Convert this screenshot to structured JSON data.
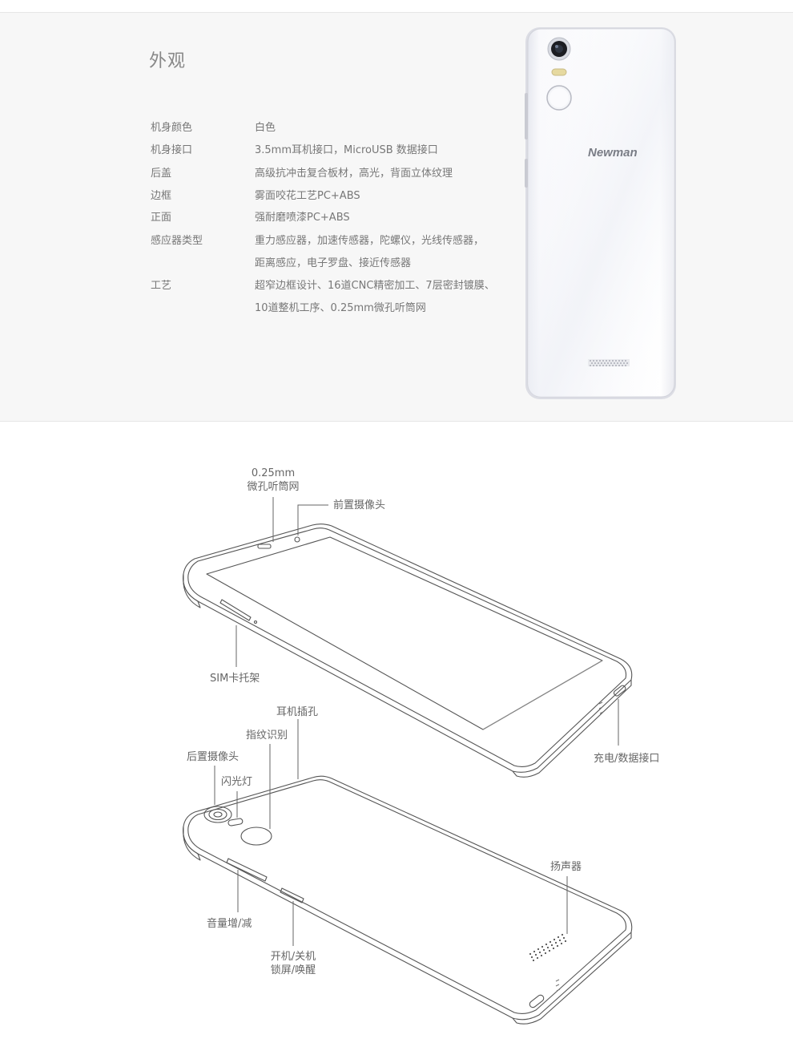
{
  "section_title": "外观",
  "specs": [
    {
      "label": "机身颜色",
      "lines": [
        "白色"
      ]
    },
    {
      "label": "机身接口",
      "lines": [
        "3.5mm耳机接口，MicroUSB 数据接口"
      ]
    },
    {
      "label": "后盖",
      "lines": [
        "高级抗冲击复合板材，高光，背面立体纹理"
      ]
    },
    {
      "label": "边框",
      "lines": [
        "雾面咬花工艺PC+ABS"
      ]
    },
    {
      "label": "正面",
      "lines": [
        "强耐磨喷漆PC+ABS"
      ]
    },
    {
      "label": "感应器类型",
      "lines": [
        "重力感应器，加速传感器，陀螺仪，光线传感器，",
        "距离感应，电子罗盘、接近传感器"
      ]
    },
    {
      "label": "工艺",
      "lines": [
        "超窄边框设计、16道CNC精密加工、7层密封镀膜、",
        "10道整机工序、0.25mm微孔听筒网"
      ]
    }
  ],
  "phone_brand": "Newman",
  "callouts": {
    "earpiece_mesh": [
      "0.25mm",
      "微孔听筒网"
    ],
    "front_camera": "前置摄像头",
    "sim_tray": "SIM卡托架",
    "charge_port": "充电/数据接口",
    "headphone_jack": "耳机插孔",
    "fingerprint": "指纹识别",
    "rear_camera": "后置摄像头",
    "flash": "闪光灯",
    "speaker": "扬声器",
    "volume": "音量增/减",
    "power": [
      "开机/关机",
      "锁屏/唤醒"
    ]
  }
}
